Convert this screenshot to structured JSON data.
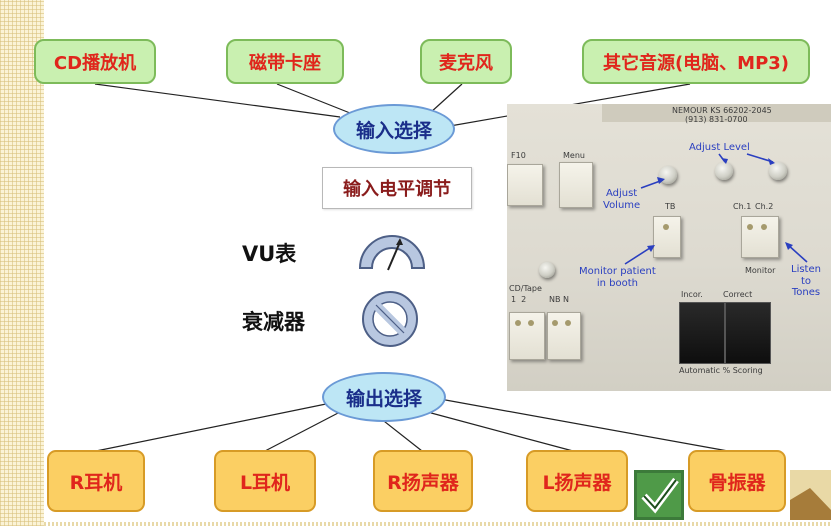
{
  "sources": [
    {
      "label": "CD播放机"
    },
    {
      "label": "磁带卡座"
    },
    {
      "label": "麦克风"
    },
    {
      "label": "其它音源(电脑、MP3)"
    }
  ],
  "input_select": "输入选择",
  "input_level": "输入电平调节",
  "vu_meter": "VU表",
  "attenuator": "衰减器",
  "output_select": "输出选择",
  "outputs": [
    {
      "label": "R耳机"
    },
    {
      "label": "L耳机"
    },
    {
      "label": "R扬声器"
    },
    {
      "label": "L扬声器"
    },
    {
      "label": "骨振器"
    }
  ],
  "photo": {
    "header_line1": "NEMOUR KS 66202-2045",
    "header_line2": "(913) 831-0700",
    "f10": "F10",
    "menu": "Menu",
    "tb": "TB",
    "ch1": "Ch.1",
    "ch2": "Ch.2",
    "monitor": "Monitor",
    "cd_tape": "CD/Tape",
    "nums": "1  2",
    "nb_n": "NB N",
    "incor": "Incor.",
    "correct": "Correct",
    "auto_scoring": "Automatic % Scoring",
    "ann_adjust_volume": "Adjust\nVolume",
    "ann_adjust_level": "Adjust Level",
    "ann_monitor_patient": "Monitor patient\nin booth",
    "ann_listen_tones": "Listen\nto\nTones"
  },
  "colors": {
    "source_fill": "#c9f0b0",
    "output_fill": "#fbcf63",
    "selector_fill": "#bde6f5",
    "label_text": "#e0261c",
    "selector_text": "#1a2e8a"
  },
  "icons": [
    "vu-meter-icon",
    "attenuator-icon",
    "checkmark-icon"
  ]
}
